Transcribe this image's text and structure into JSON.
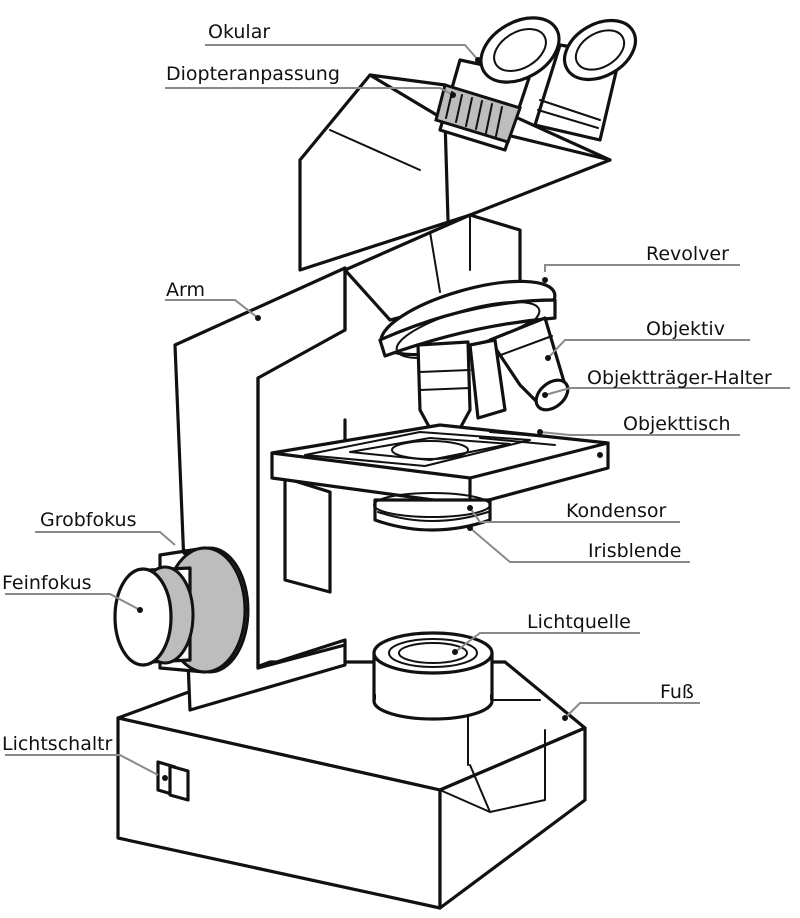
{
  "diagram": {
    "labels": {
      "okular": "Okular",
      "diopter": "Diopteranpassung",
      "revolver": "Revolver",
      "arm": "Arm",
      "objektiv": "Objektiv",
      "halter": "Objektträger-Halter",
      "objekttisch": "Objekttisch",
      "kondensor": "Kondensor",
      "irisblende": "Irisblende",
      "grobfokus": "Grobfokus",
      "feinfokus": "Feinfokus",
      "lichtquelle": "Lichtquelle",
      "fuss": "Fuß",
      "lichtschalter": "Lichtschaltr"
    },
    "colors": {
      "line": "#111111",
      "leader": "#8a8a8a",
      "knob_fill": "#bdbdbd",
      "background": "#ffffff"
    }
  }
}
